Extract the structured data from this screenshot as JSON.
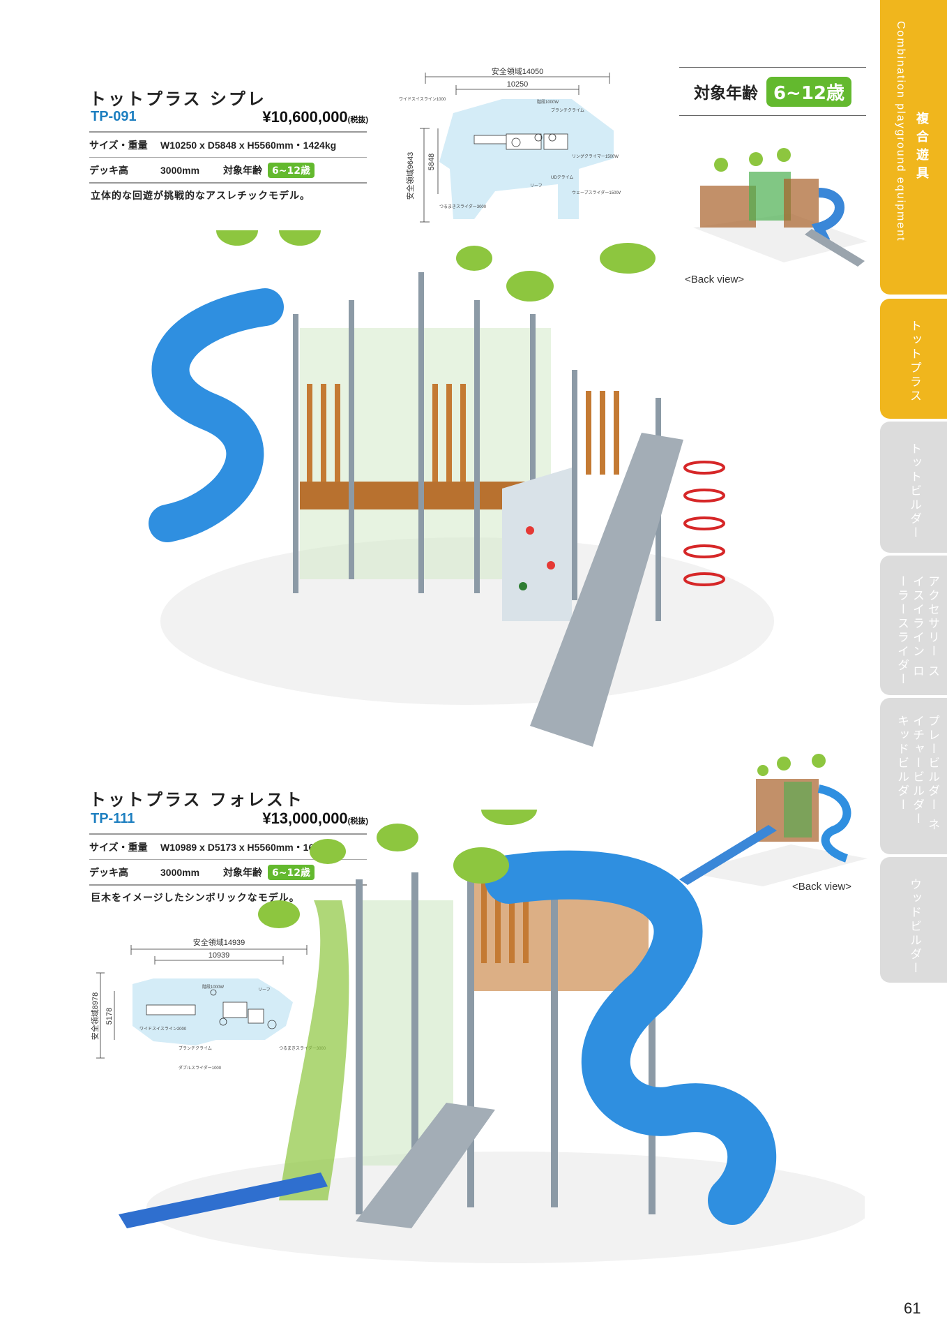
{
  "products": [
    {
      "name": "トットプラス シプレ",
      "code": "TP-091",
      "price": "¥10,600,000",
      "price_tax": "(税抜)",
      "size_label": "サイズ・重量",
      "size_value": "W10250 x D5848 x H5560mm・1424kg",
      "deck_label": "デッキ高",
      "deck_value": "3000mm",
      "age_label": "対象年齢",
      "age_value": "6~12歳",
      "description": "立体的な回遊が挑戦的なアスレチックモデル。",
      "plan": {
        "outer_width": "安全領域14050",
        "inner_width": "10250",
        "outer_depth": "安全領域9643",
        "inner_depth": "5848",
        "labels": [
          "ワイドスイスライン1000",
          "階段1000W",
          "ブランチクライム",
          "リングクライマー1500W",
          "ウェーブスライダー1500W",
          "つるまきスライダー3000",
          "リーフ",
          "UDクライム"
        ]
      },
      "back_view": "<Back view>"
    },
    {
      "name": "トットプラス フォレスト",
      "code": "TP-111",
      "price": "¥13,000,000",
      "price_tax": "(税抜)",
      "size_label": "サイズ・重量",
      "size_value": "W10989 x D5173 x H5560mm・1678kg",
      "deck_label": "デッキ高",
      "deck_value": "3000mm",
      "age_label": "対象年齢",
      "age_value": "6~12歳",
      "description": "巨木をイメージしたシンボリックなモデル。",
      "plan": {
        "outer_width": "安全領域14939",
        "inner_width": "10939",
        "outer_depth": "安全領域8978",
        "inner_depth": "5178",
        "labels": [
          "階段1000W",
          "リーフ",
          "ワイドスイスライン2000",
          "ブランチクライム",
          "ダブルスライダー1000",
          "つるまきスライダー3000"
        ]
      },
      "back_view": "<Back view>"
    }
  ],
  "age_header": {
    "label": "対象年齢",
    "value": "6~12歳"
  },
  "sidebar": {
    "category_jp": "複合遊具",
    "category_en": "Combination playground equipment",
    "tabs": [
      {
        "label": "トットプラス",
        "active": true
      },
      {
        "label": "トットビルダー",
        "active": false
      },
      {
        "label": "アクセサリー スイスイライン ローラースライダー",
        "active": false
      },
      {
        "label": "プレービルダー ネイチャービルダー キッドビルダー",
        "active": false
      },
      {
        "label": "ウッドビルダー",
        "active": false
      }
    ]
  },
  "page_number": "61",
  "colors": {
    "accent_orange": "#f0b61d",
    "badge_green": "#63b92e",
    "code_blue": "#1d7fc0",
    "tab_gray": "#dcdcdc"
  }
}
